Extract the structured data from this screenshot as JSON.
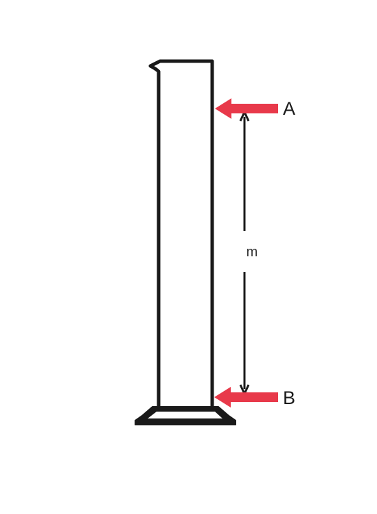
{
  "labels": {
    "top_marker": "A",
    "bottom_marker": "B",
    "distance": "m"
  },
  "icons": {
    "arrow_to_top": "arrow-left-icon",
    "arrow_to_bottom": "arrow-left-icon",
    "dimension": "double-arrow-vertical-icon"
  },
  "colors": {
    "outline": "#1a1a1a",
    "marker_arrow": "#e8394a",
    "background": "#ffffff"
  }
}
